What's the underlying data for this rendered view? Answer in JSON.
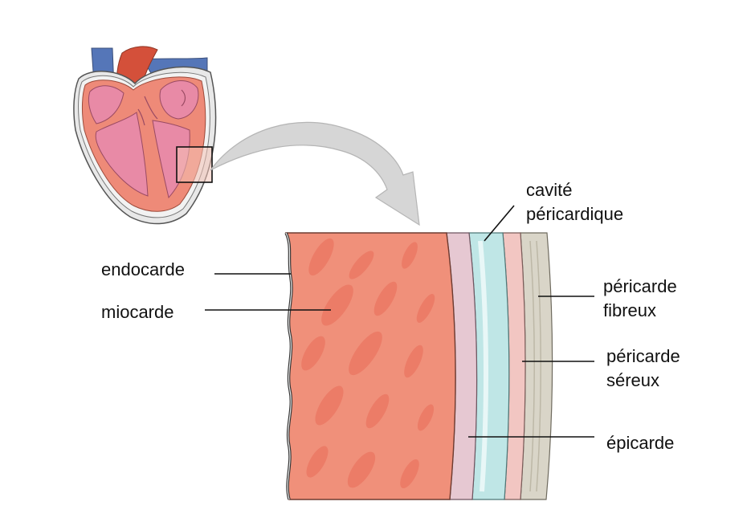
{
  "labels": {
    "endocarde": "endocarde",
    "miocarde": "miocarde",
    "cavite_line1": "cavité",
    "cavite_line2": "péricardique",
    "pericarde_fibreux_line1": "péricarde",
    "pericarde_fibreux_line2": "fibreux",
    "pericarde_sereux_line1": "péricarde",
    "pericarde_sereux_line2": "séreux",
    "epicarde": "épicarde"
  },
  "icons": {
    "heart": "heart-section-icon",
    "arrow": "curved-arrow-icon"
  },
  "colors": {
    "myocardium": "#f0907a",
    "myocardium_blotch": "#e9735f",
    "epicardium": "#e6c8d2",
    "cavity": "#bfe6e6",
    "serous_pericardium": "#f2c6c2",
    "fibrous_pericardium": "#d9d5c8",
    "heart_pink": "#e88aa6",
    "heart_wall": "#ee8a78",
    "vein_blue": "#5576b8",
    "aorta_red": "#d4503a",
    "arrow_gray": "#cfcfcf",
    "line": "#111111"
  }
}
